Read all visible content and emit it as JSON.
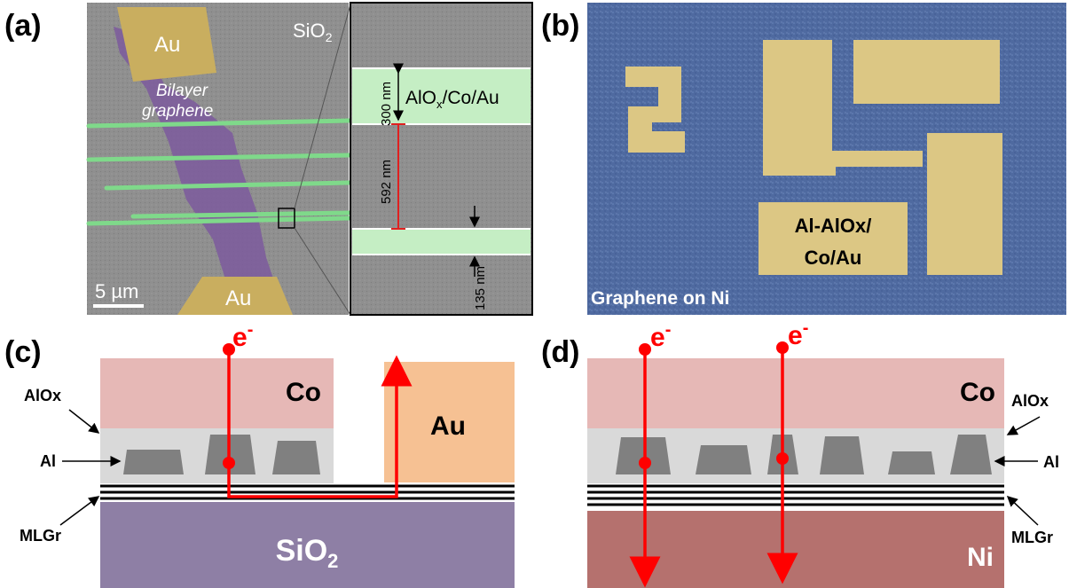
{
  "panels": {
    "a": {
      "label": "(a)",
      "left": {
        "au_top": "Au",
        "au_bottom": "Au",
        "sio2": "SiO",
        "sio2_sub": "2",
        "bilayer_line1": "Bilayer",
        "bilayer_line2": "graphene",
        "scale_bar": "5 µm"
      },
      "zoom": {
        "stack_a": "AlO",
        "stack_sub": "x",
        "stack_b": "/Co/Au",
        "dim_300": "300 nm",
        "dim_592": "592 nm",
        "dim_135": "135 nm"
      }
    },
    "b": {
      "label": "(b)",
      "contact_line1": "Al-AlOx/",
      "contact_line2": "Co/Au",
      "substrate": "Graphene on Ni"
    },
    "c": {
      "label": "(c)",
      "electron": "e",
      "electron_sup": "-",
      "co": "Co",
      "au": "Au",
      "substrate": "SiO",
      "substrate_sub": "2",
      "alox": "AlOx",
      "al": "Al",
      "mlgr": "MLGr"
    },
    "d": {
      "label": "(d)",
      "electron": "e",
      "electron_sup": "-",
      "co": "Co",
      "substrate": "Ni",
      "alox": "AlOx",
      "al": "Al",
      "mlgr": "MLGr"
    }
  },
  "colors": {
    "co": "#e6b8b6",
    "alox": "#d9d9d9",
    "al": "#808080",
    "au": "#f6c193",
    "sio2": "#8e7fa5",
    "ni": "#b5716e",
    "arrow": "#ff0000",
    "sem_gray": "#8f8f8f",
    "graphene_overlay": "#7c5a9e",
    "au_overlay": "#c9ae5f",
    "green_overlay": "#7fd98a",
    "optical_blue": "#4f6aa0",
    "optical_gold": "#dcc784"
  }
}
